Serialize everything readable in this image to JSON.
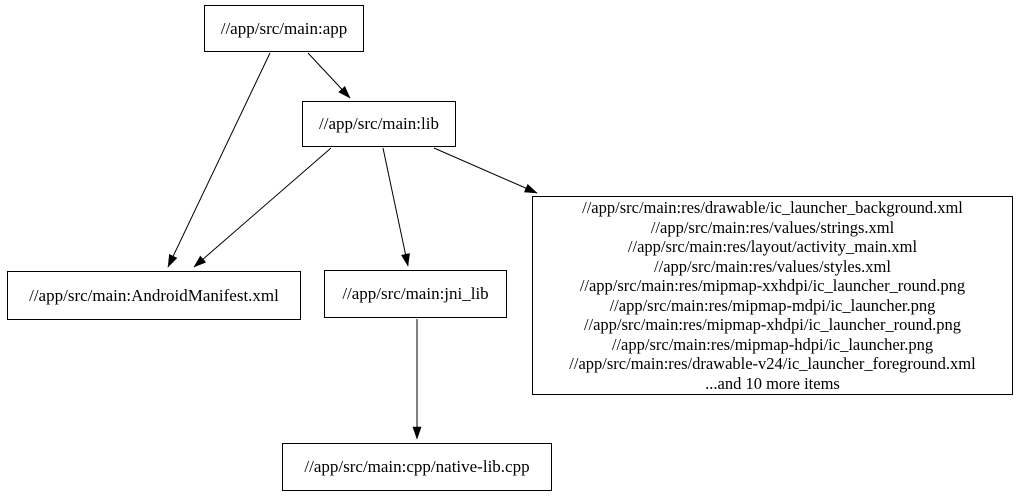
{
  "graph": {
    "colors": {
      "background": "#ffffff",
      "node_border": "#000000",
      "edge": "#000000",
      "text": "#000000"
    },
    "nodes": {
      "app": {
        "label": "//app/src/main:app"
      },
      "lib": {
        "label": "//app/src/main:lib"
      },
      "android_manifest": {
        "label": "//app/src/main:AndroidManifest.xml"
      },
      "jni_lib": {
        "label": "//app/src/main:jni_lib"
      },
      "native_lib_cpp": {
        "label": "//app/src/main:cpp/native-lib.cpp"
      },
      "resources": {
        "lines": [
          "//app/src/main:res/drawable/ic_launcher_background.xml",
          "//app/src/main:res/values/strings.xml",
          "//app/src/main:res/layout/activity_main.xml",
          "//app/src/main:res/values/styles.xml",
          "//app/src/main:res/mipmap-xxhdpi/ic_launcher_round.png",
          "//app/src/main:res/mipmap-mdpi/ic_launcher.png",
          "//app/src/main:res/mipmap-xhdpi/ic_launcher_round.png",
          "//app/src/main:res/mipmap-hdpi/ic_launcher.png",
          "//app/src/main:res/drawable-v24/ic_launcher_foreground.xml",
          "...and 10 more items"
        ]
      }
    },
    "edges": [
      {
        "from": "app",
        "to": "lib"
      },
      {
        "from": "app",
        "to": "android_manifest"
      },
      {
        "from": "lib",
        "to": "android_manifest"
      },
      {
        "from": "lib",
        "to": "jni_lib"
      },
      {
        "from": "lib",
        "to": "resources"
      },
      {
        "from": "jni_lib",
        "to": "native_lib_cpp"
      }
    ]
  }
}
